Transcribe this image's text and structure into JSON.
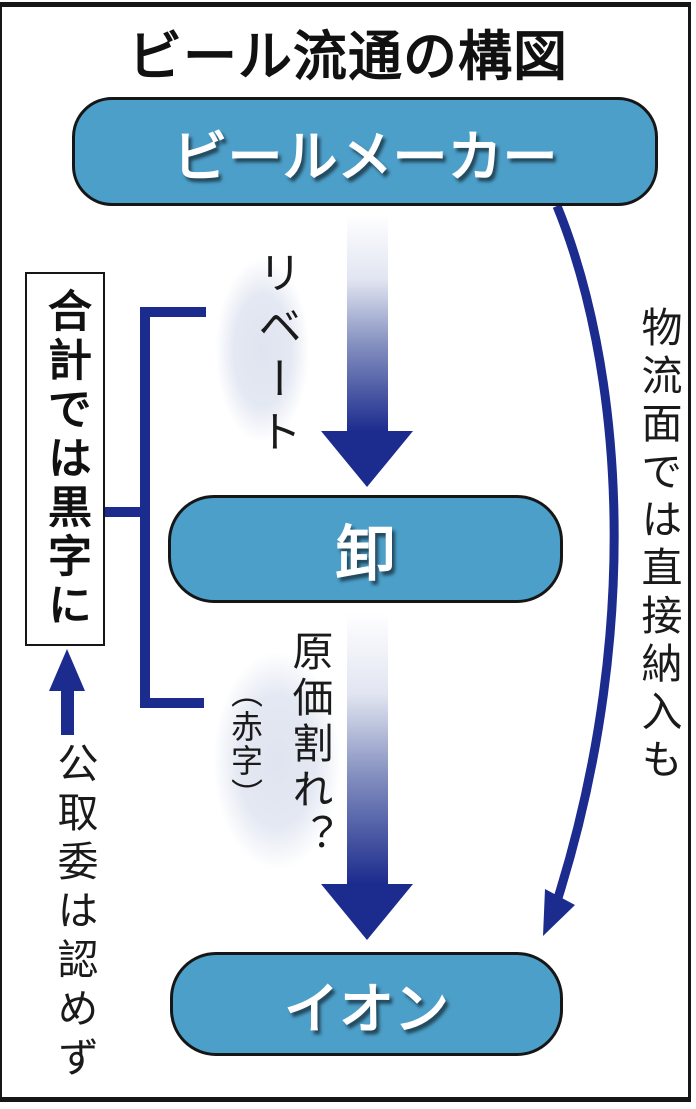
{
  "title": "ビール流通の構図",
  "nodes": {
    "maker": {
      "label": "ビールメーカー"
    },
    "wholesaler": {
      "label": "卸"
    },
    "retailer": {
      "label": "イオン"
    }
  },
  "annotations": {
    "rebate": "リベート",
    "below_cost": "原価割れ？",
    "deficit_note": "（赤字）",
    "total_in_black": "合計では黒字に",
    "ftc_disapproval": "公取委は認めず",
    "direct_delivery": "物流面では直接納入も"
  },
  "colors": {
    "node_fill": "#4c9fc9",
    "node_border": "#161616",
    "navy": "#1c2b8e",
    "glow": "#dfe4f0",
    "frame_color": "#161616",
    "title_color": "#111111"
  }
}
